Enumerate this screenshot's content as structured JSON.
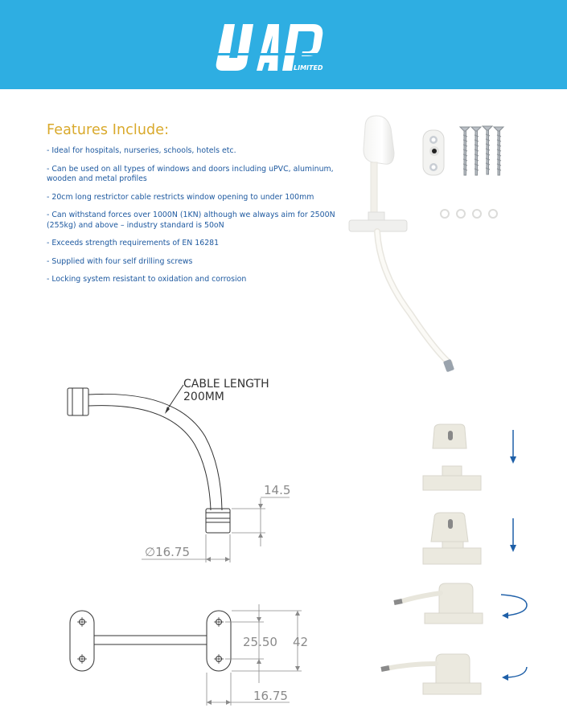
{
  "header": {
    "brand": "UAP",
    "brand_sub": "LIMITED",
    "background_color": "#2eaee2"
  },
  "features": {
    "title": "Features Include:",
    "title_color": "#d9a92b",
    "text_color": "#1f5aa0",
    "items": [
      "- Ideal for hospitals, nurseries, schools, hotels etc.",
      "- Can be used on all types of windows and doors including uPVC, aluminum, wooden and metal profiles",
      "- 20cm long restrictor cable restricts window opening to under 100mm",
      "- Can withstand forces over 1000N (1KN) although we always aim for 2500N (255kg) and above – industry standard is 50oN",
      "- Exceeds strength requirements of EN 16281",
      "- Supplied with four self drilling screws",
      "- Locking system resistant to oxidation and corrosion"
    ]
  },
  "product_images": {
    "main": "cable-restrictor-photo",
    "accessories": "lock-bracket-screws-washers-photo",
    "screw_count": 4,
    "washer_count": 4
  },
  "side_drawing": {
    "callout_line1": "CABLE LENGTH",
    "callout_line2": "200MM",
    "dim_height": "14.5",
    "dim_diameter": "∅16.75"
  },
  "top_drawing": {
    "dim_hole_spacing": "25.50",
    "dim_plate_length": "42",
    "dim_plate_width": "16.75"
  },
  "installation_steps": {
    "arrow_color": "#1e5fa8",
    "steps": [
      {
        "name": "align",
        "arrow": "arrow-down-icon"
      },
      {
        "name": "press",
        "arrow": "arrow-down-icon"
      },
      {
        "name": "rotate",
        "arrow": "rotate-ccw-icon"
      },
      {
        "name": "lock",
        "arrow": "curve-left-icon"
      }
    ]
  }
}
